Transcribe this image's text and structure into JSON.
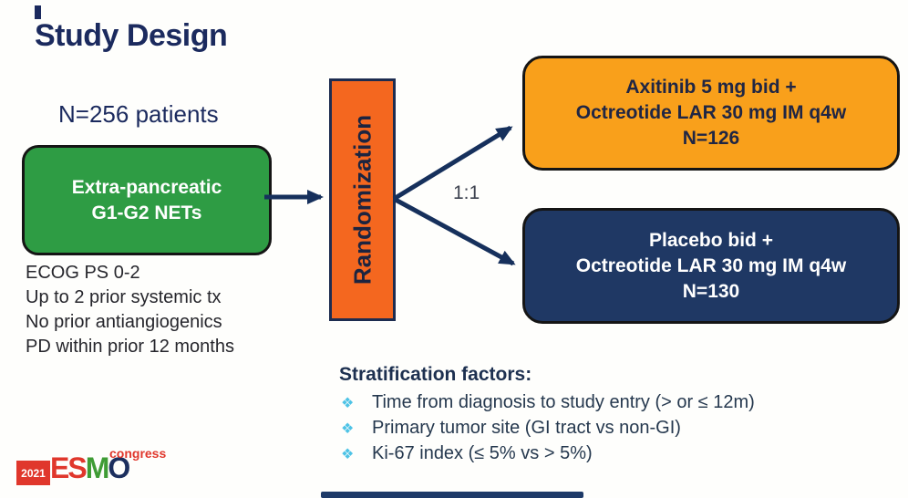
{
  "slide": {
    "title": "Study Design",
    "n_patients": "N=256 patients"
  },
  "population_box": {
    "lines": [
      "Extra-pancreatic",
      "G1-G2 NETs"
    ]
  },
  "eligibility": {
    "lines": [
      "ECOG PS 0-2",
      "Up to 2 prior systemic tx",
      "No prior antiangiogenics",
      "PD within prior 12 months"
    ]
  },
  "randomization": {
    "label": "Randomization",
    "ratio": "1:1"
  },
  "arms": [
    {
      "lines": [
        "Axitinib 5 mg bid +",
        "Octreotide LAR 30 mg IM q4w",
        "N=126"
      ]
    },
    {
      "lines": [
        "Placebo bid +",
        "Octreotide LAR 30 mg IM q4w",
        "N=130"
      ]
    }
  ],
  "stratification": {
    "title": "Stratification factors:",
    "bullet_icon": "❖",
    "items": [
      "Time from diagnosis to study entry (> or ≤ 12m)",
      "Primary tumor site (GI tract vs non-GI)",
      "Ki-67 index (≤ 5% vs > 5%)"
    ]
  },
  "logo": {
    "year": "2021",
    "es": "ES",
    "m": "M",
    "o": "O",
    "congress": "congress"
  },
  "colors": {
    "title_navy": "#1b2a5e",
    "population_green": "#2e9c44",
    "randomization_orange": "#f4671f",
    "arm_orange": "#f9a01b",
    "arm_navy": "#1f3864",
    "arrow_navy": "#16305c",
    "bullet_cyan": "#4ec3e6",
    "esmo_red": "#e0372c",
    "esmo_green": "#3f9c35",
    "esmo_navy": "#1c2f5e"
  }
}
